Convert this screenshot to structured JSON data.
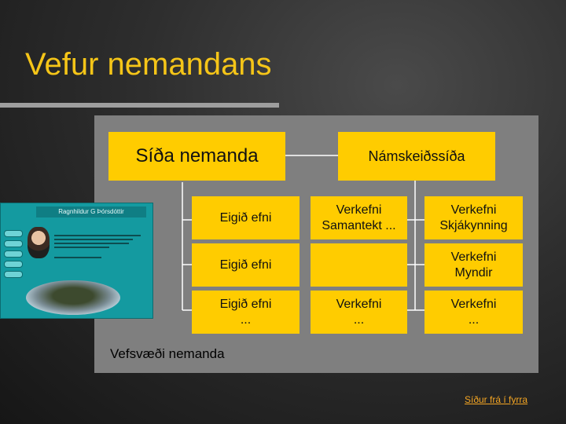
{
  "slide": {
    "title": "Vefur nemandans",
    "footer_label": "Vefsvæði nemanda",
    "link_text": "Síður frá í fyrra"
  },
  "boxes": {
    "sida_nemanda": "Síða nemanda",
    "namskeidssida": "Námskeiðssíða",
    "eigid_efni_1": "Eigið efni",
    "verkefni_samantekt": "Verkefni\nSamantekt ...",
    "verkefni_skjakynning": "Verkefni\nSkjákynning",
    "eigid_efni_2": "Eigið efni",
    "empty_box": "",
    "verkefni_myndir": "Verkefni\nMyndir",
    "eigid_efni_3": "Eigið efni\n...",
    "verkefni_dots_1": "Verkefni\n...",
    "verkefni_dots_2": "Verkefni\n..."
  },
  "colors": {
    "title": "#f5c518",
    "box_fill": "#ffcc00",
    "panel": "#7f7f7f",
    "connector": "#ffffff",
    "link": "#f5a623"
  },
  "thumbnail": {
    "name": "Ragnhildur G Þórsdóttir"
  }
}
